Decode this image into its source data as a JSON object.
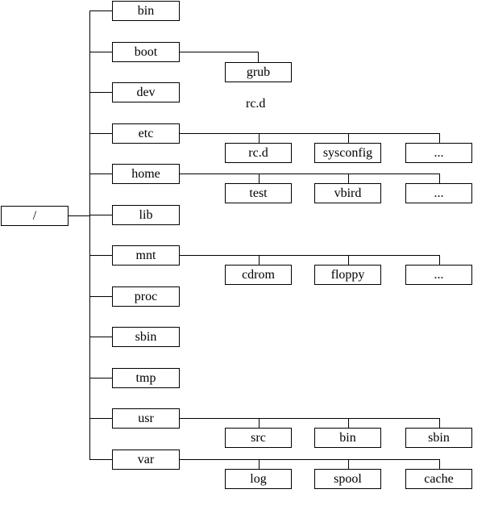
{
  "tree": {
    "root": {
      "label": "/"
    },
    "children": [
      {
        "label": "bin"
      },
      {
        "label": "boot",
        "children": [
          {
            "label": "grub"
          }
        ]
      },
      {
        "label": "dev"
      },
      {
        "label": "etc",
        "children": [
          {
            "label": "rc.d"
          },
          {
            "label": "sysconfig"
          },
          {
            "label": "..."
          }
        ]
      },
      {
        "label": "home",
        "children": [
          {
            "label": "test"
          },
          {
            "label": "vbird"
          },
          {
            "label": "..."
          }
        ]
      },
      {
        "label": "lib"
      },
      {
        "label": "mnt",
        "children": [
          {
            "label": "cdrom"
          },
          {
            "label": "floppy"
          },
          {
            "label": "..."
          }
        ]
      },
      {
        "label": "proc"
      },
      {
        "label": "sbin"
      },
      {
        "label": "tmp"
      },
      {
        "label": "usr",
        "children": [
          {
            "label": "src"
          },
          {
            "label": "bin"
          },
          {
            "label": "sbin"
          }
        ]
      },
      {
        "label": "var",
        "children": [
          {
            "label": "log"
          },
          {
            "label": "spool"
          },
          {
            "label": "cache"
          }
        ]
      }
    ],
    "boot_note": "rc.d"
  }
}
